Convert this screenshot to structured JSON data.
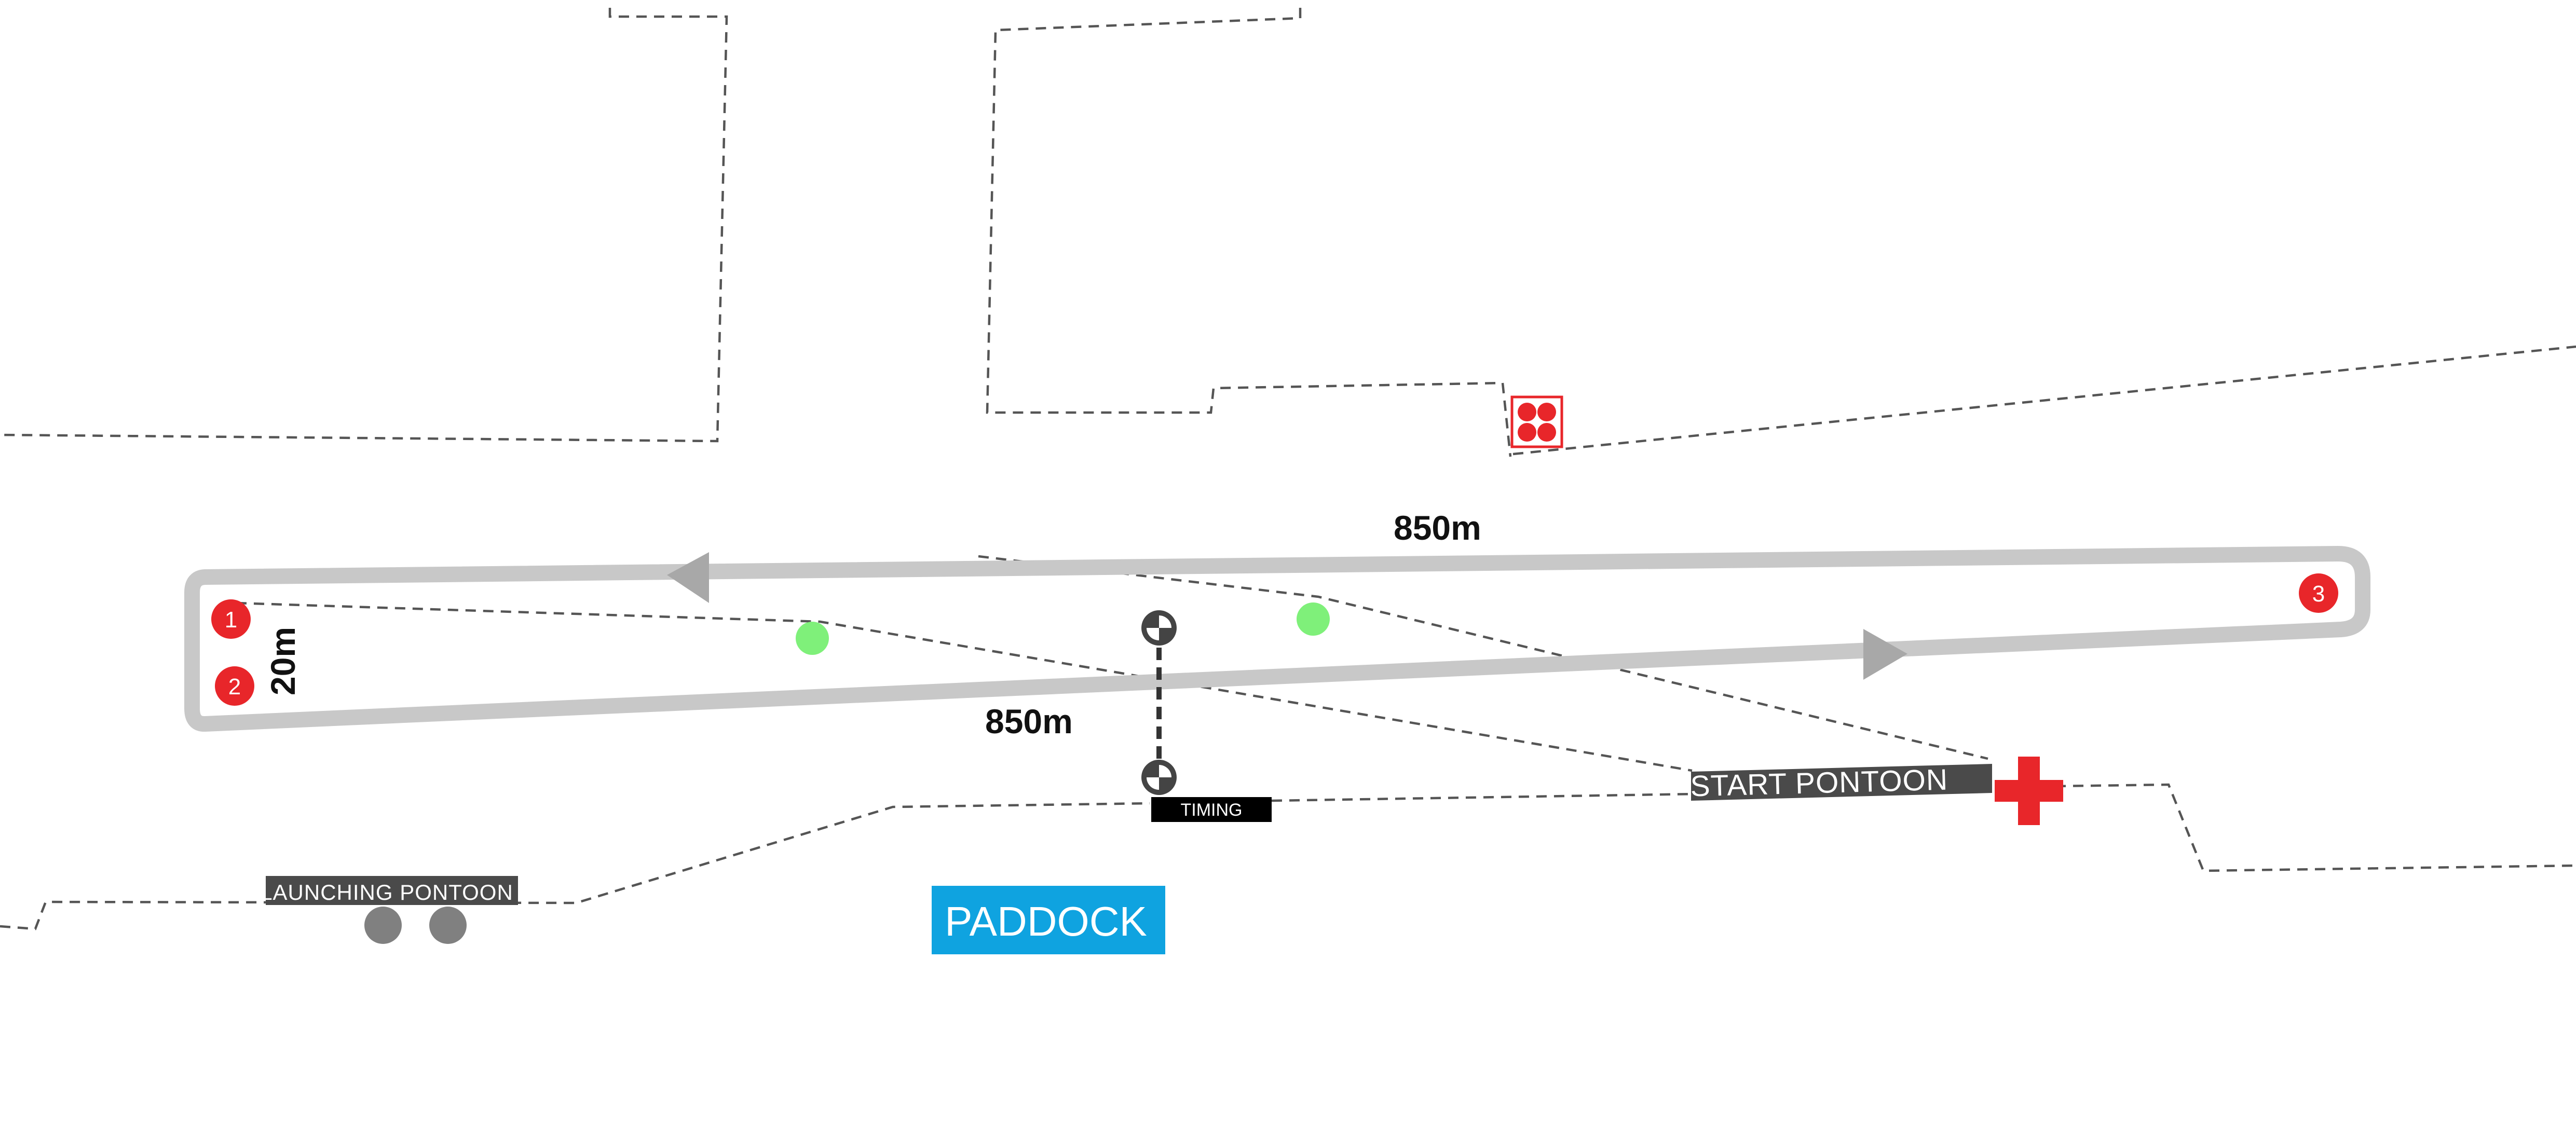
{
  "course": {
    "distance_top": "850m",
    "distance_bottom": "850m",
    "width": "20m"
  },
  "labels": {
    "start_pontoon": "START PONTOON",
    "launching_pontoon": "LAUNCHING PONTOON",
    "timing": "TIMING",
    "paddock": "PADDOCK"
  },
  "buoys": {
    "b1": "1",
    "b2": "2",
    "b3": "3"
  },
  "icons": {
    "medical": "red-cross-icon",
    "timing_marker": "checkered-circle-icon",
    "four_dots": "red-dots-square-icon"
  },
  "colors": {
    "course": "#c8c8c8",
    "buoy": "#e8262a",
    "green_marker": "#7ff07a",
    "banner": "#4a4a4a",
    "paddock": "#0fa3e0",
    "cross": "#e8262a"
  }
}
